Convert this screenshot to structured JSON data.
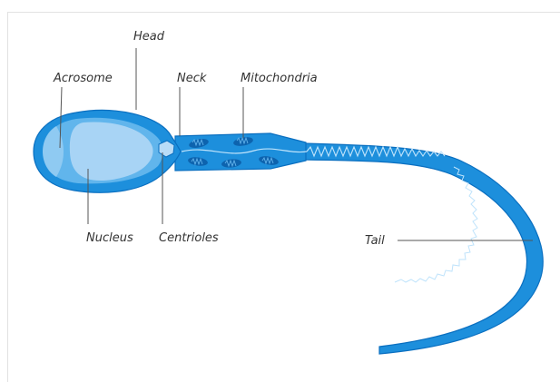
{
  "labels": {
    "head": "Head",
    "acrosome": "Acrosome",
    "neck": "Neck",
    "mitochondria": "Mitochondria",
    "nucleus": "Nucleus",
    "centrioles": "Centrioles",
    "tail": "Tail"
  },
  "colors": {
    "body": "#1d8fdc",
    "body_outline": "#0a6fc0",
    "head_inner": "#61b5ec",
    "nucleus": "#a8d4f5",
    "acrosome": "#8fcaf2",
    "mitochondria": "#0d63ae",
    "wave": "#bfe3fb",
    "text": "#333333"
  }
}
